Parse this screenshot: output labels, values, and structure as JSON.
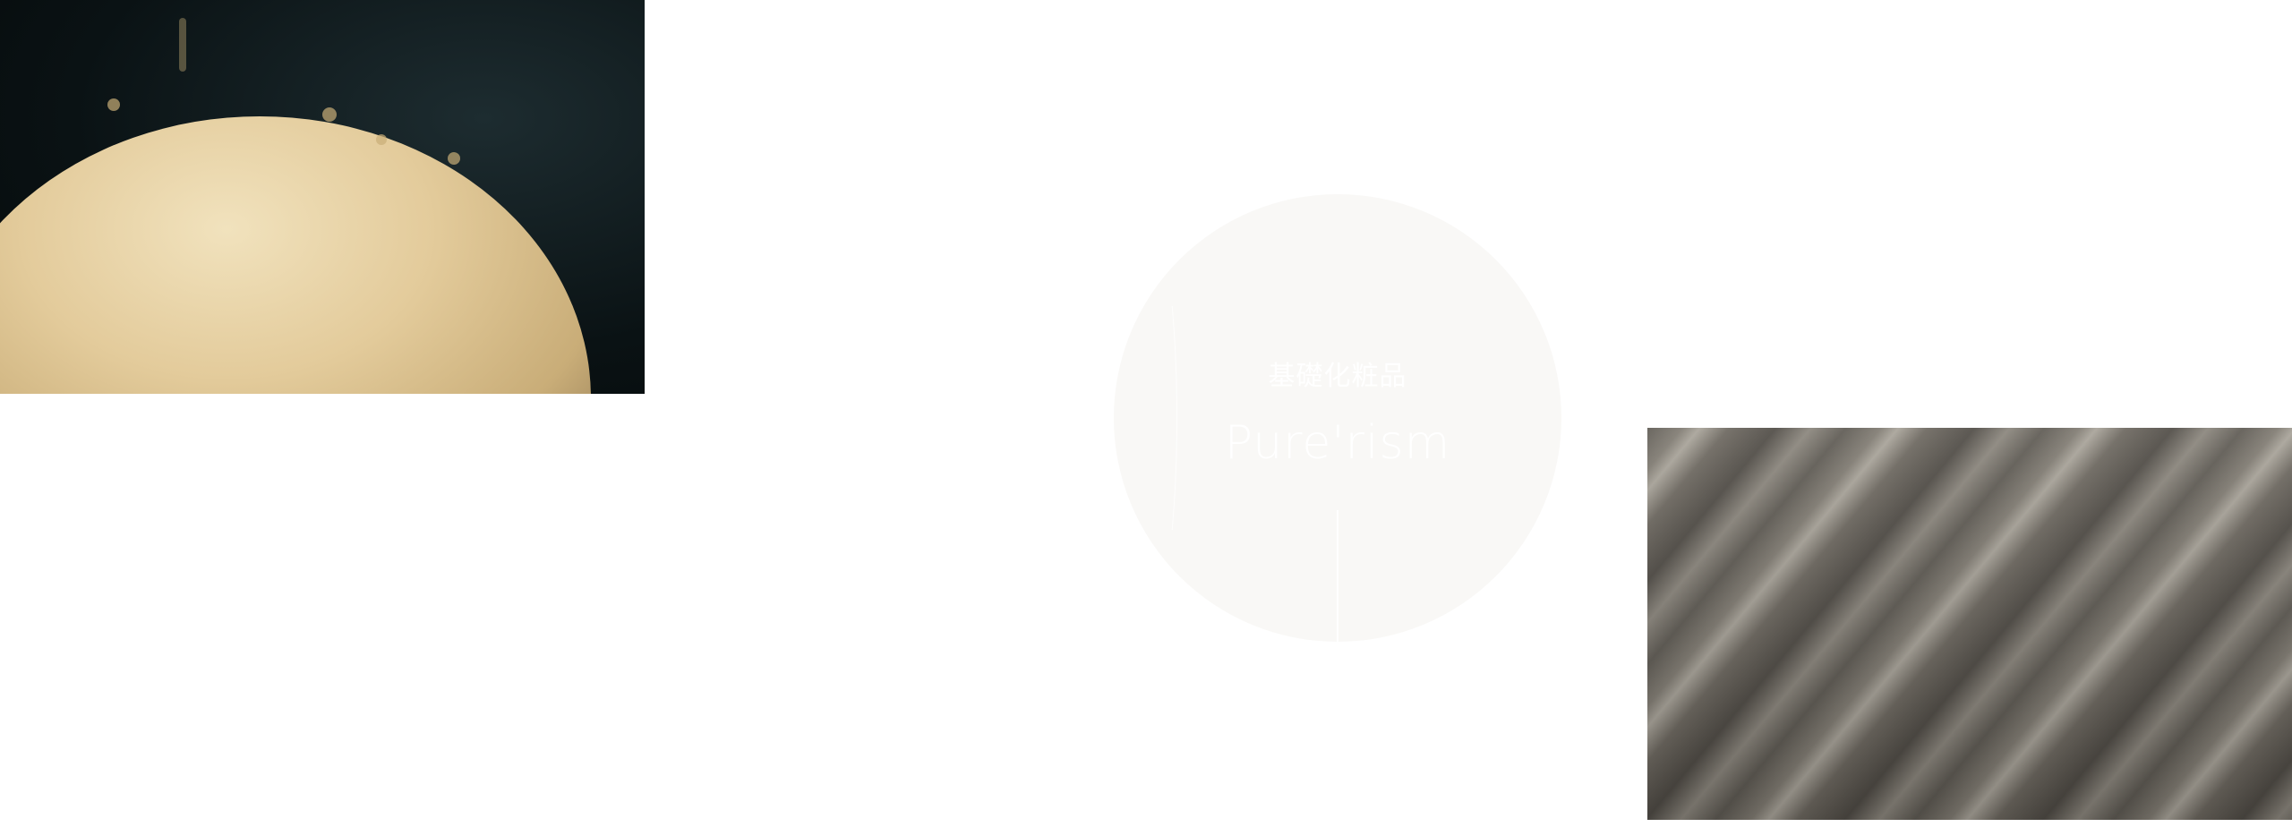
{
  "feature": {
    "category_label": "基礎化粧品",
    "brand_name": "Pure'rism"
  },
  "images": {
    "left": "powder-photo",
    "right": "clay-texture-photo"
  },
  "colors": {
    "circle": "#f9f8f6",
    "text": "#ffffff"
  }
}
